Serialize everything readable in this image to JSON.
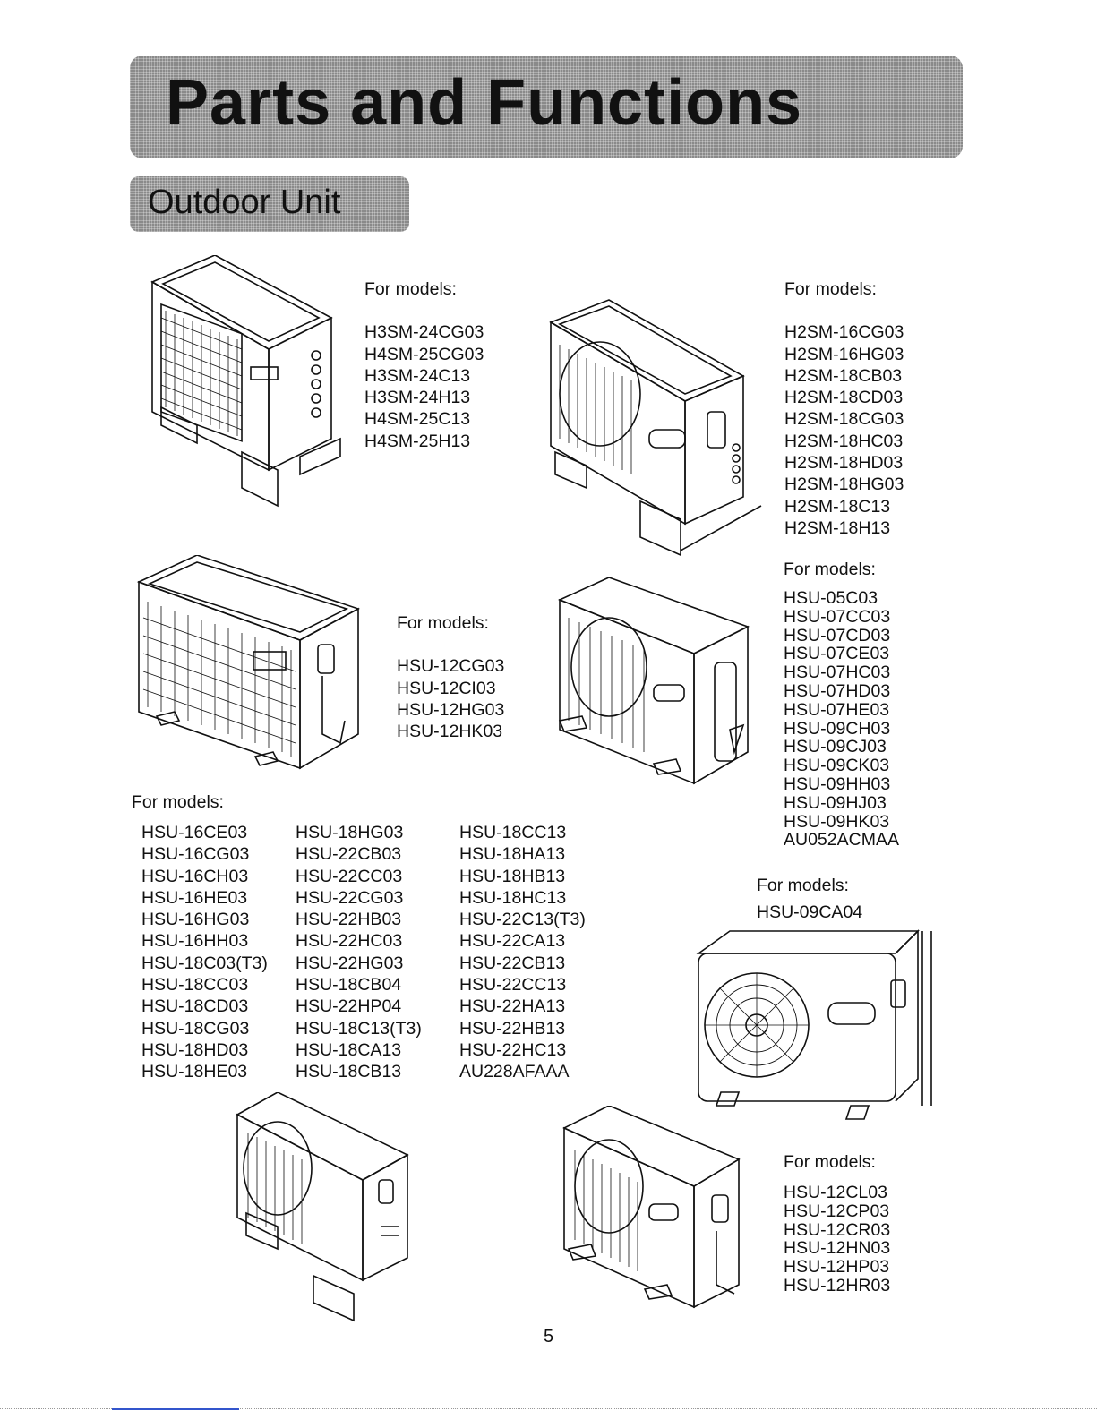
{
  "header": {
    "title": "Parts and Functions",
    "section": "Outdoor Unit"
  },
  "group1": {
    "heading": "For models:",
    "models": [
      "H3SM-24CG03",
      "H4SM-25CG03",
      "H3SM-24C13",
      "H3SM-24H13",
      "H4SM-25C13",
      "H4SM-25H13"
    ]
  },
  "group2": {
    "heading": "For models:",
    "models": [
      "H2SM-16CG03",
      "H2SM-16HG03",
      "H2SM-18CB03",
      "H2SM-18CD03",
      "H2SM-18CG03",
      "H2SM-18HC03",
      "H2SM-18HD03",
      "H2SM-18HG03",
      "H2SM-18C13",
      "H2SM-18H13"
    ]
  },
  "group3": {
    "heading": "For models:",
    "models": [
      "HSU-12CG03",
      "HSU-12CI03",
      "HSU-12HG03",
      "HSU-12HK03"
    ]
  },
  "group4": {
    "heading": "For models:",
    "models": [
      "HSU-05C03",
      "HSU-07CC03",
      "HSU-07CD03",
      "HSU-07CE03",
      "HSU-07HC03",
      "HSU-07HD03",
      "HSU-07HE03",
      "HSU-09CH03",
      "HSU-09CJ03",
      "HSU-09CK03",
      "HSU-09HH03",
      "HSU-09HJ03",
      "HSU-09HK03",
      "AU052ACMAA"
    ]
  },
  "group5": {
    "heading": "For models:",
    "col1": [
      "HSU-16CE03",
      "HSU-16CG03",
      "HSU-16CH03",
      "HSU-16HE03",
      "HSU-16HG03",
      "HSU-16HH03",
      "HSU-18C03(T3)",
      "HSU-18CC03",
      "HSU-18CD03",
      "HSU-18CG03",
      "HSU-18HD03",
      "HSU-18HE03"
    ],
    "col2": [
      "HSU-18HG03",
      "HSU-22CB03",
      "HSU-22CC03",
      "HSU-22CG03",
      "HSU-22HB03",
      "HSU-22HC03",
      "HSU-22HG03",
      "HSU-18CB04",
      "HSU-22HP04",
      "HSU-18C13(T3)",
      "HSU-18CA13",
      "HSU-18CB13"
    ],
    "col3": [
      "HSU-18CC13",
      "HSU-18HA13",
      "HSU-18HB13",
      "HSU-18HC13",
      "HSU-22C13(T3)",
      "HSU-22CA13",
      "HSU-22CB13",
      "HSU-22CC13",
      "HSU-22HA13",
      "HSU-22HB13",
      "HSU-22HC13",
      "AU228AFAAA"
    ]
  },
  "group6": {
    "heading": "For models:",
    "models": [
      "HSU-09CA04"
    ]
  },
  "group7": {
    "heading": "For models:",
    "models": [
      "HSU-12CL03",
      "HSU-12CP03",
      "HSU-12CR03",
      "HSU-12HN03",
      "HSU-12HP03",
      "HSU-12HR03"
    ]
  },
  "footer": {
    "page_number": "5"
  }
}
